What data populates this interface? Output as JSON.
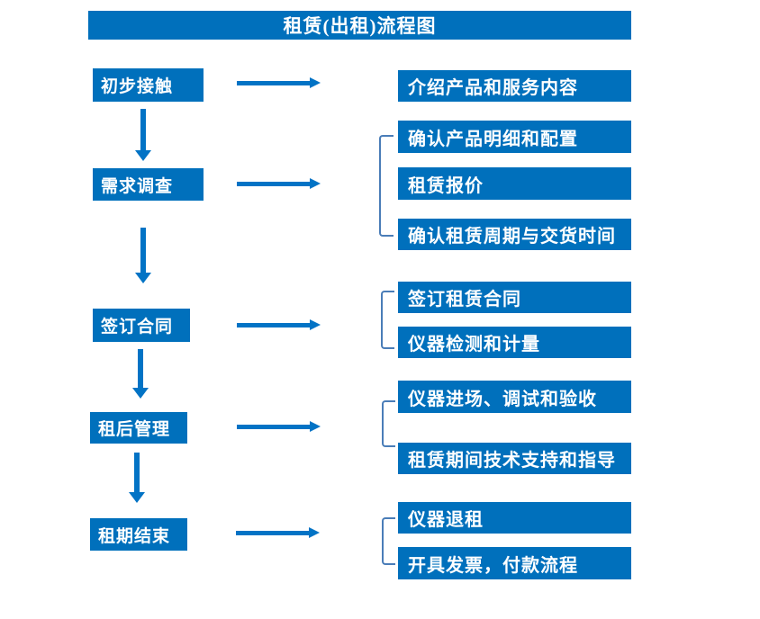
{
  "title": "租赁(出租)流程图",
  "colors": {
    "box_blue": "#0070bc",
    "arrow_blue": "#0273c5",
    "bracket_blue": "#4a7db8"
  },
  "steps": [
    {
      "label": "初步接触",
      "outputs": [
        "介绍产品和服务内容"
      ]
    },
    {
      "label": "需求调查",
      "outputs": [
        "确认产品明细和配置",
        "租赁报价",
        "确认租赁周期与交货时间"
      ]
    },
    {
      "label": "签订合同",
      "outputs": [
        "签订租赁合同",
        "仪器检测和计量"
      ]
    },
    {
      "label": "租后管理",
      "outputs": [
        "仪器进场、调试和验收",
        "租赁期间技术支持和指导"
      ]
    },
    {
      "label": "租期结束",
      "outputs": [
        "仪器退租",
        "开具发票，付款流程"
      ]
    }
  ]
}
